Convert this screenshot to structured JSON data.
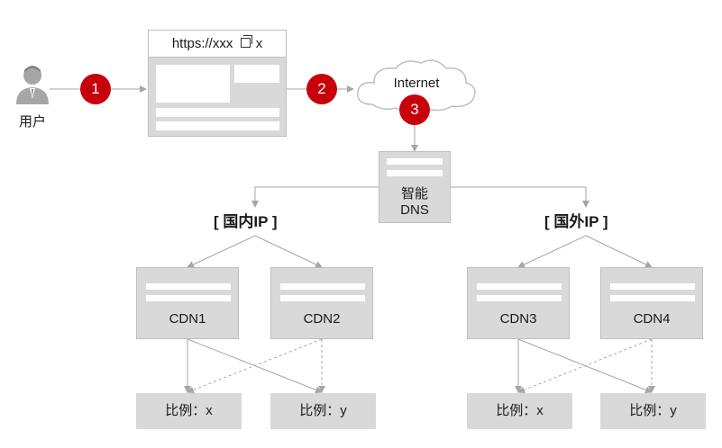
{
  "user": {
    "label": "用户",
    "icon": "user-avatar-icon"
  },
  "browser": {
    "url": "https://xxx",
    "copy_icon": "window-restore-icon",
    "close": "x"
  },
  "badges": [
    "1",
    "2",
    "3"
  ],
  "internet": {
    "label": "Internet"
  },
  "dns": {
    "line1": "智能",
    "line2": "DNS"
  },
  "groups": {
    "domestic": {
      "title": "[ 国内IP ]"
    },
    "foreign": {
      "title": "[ 国外IP ]"
    }
  },
  "cdns": [
    "CDN1",
    "CDN2",
    "CDN3",
    "CDN4"
  ],
  "ratios": [
    "比例：x",
    "比例：y",
    "比例：x",
    "比例：y"
  ],
  "colors": {
    "accent": "#c7000b",
    "box_fill": "#d9d9d9",
    "line": "#a6a6a6"
  }
}
